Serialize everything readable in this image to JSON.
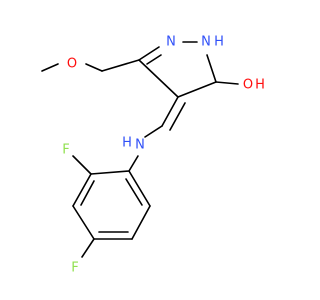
{
  "colors": {
    "background": "#ffffff",
    "bond": "#000000",
    "nitrogen": "#3050f8",
    "oxygen": "#ff0d0d",
    "fluorine": "#90e050"
  },
  "labels": {
    "n_ring": "N",
    "nh_ring": "N",
    "h_ring": "H",
    "o_methoxy": "O",
    "o_hydroxyl": "O",
    "h_hydroxyl": "H",
    "n_amine": "N",
    "h_amine": "H",
    "f_ortho": "F",
    "f_para": "F"
  }
}
